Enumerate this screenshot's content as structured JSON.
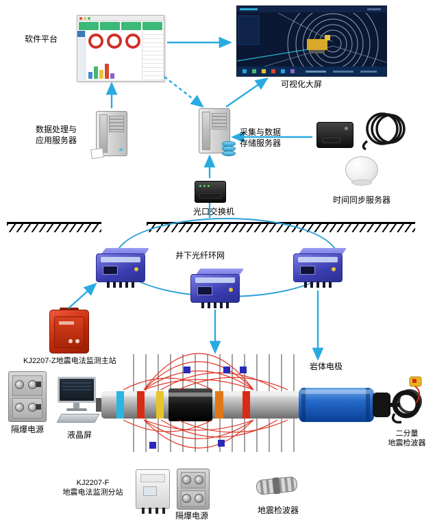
{
  "labels": {
    "software_platform": "软件平台",
    "big_screen": "可视化大屏",
    "app_server": "数据处理与\n应用服务器",
    "storage_server": "采集与数据\n存储服务器",
    "time_sync_server": "时间同步服务器",
    "optical_switch": "光口交换机",
    "fiber_ring": "井下光纤环网",
    "master_station": "KJ2207-Z地震电法监测主站",
    "rock_electrode": "岩体电极",
    "power_left": "隔爆电源",
    "lcd": "液晶屏",
    "substation": "KJ2207-F\n地震电法监测分站",
    "power_bottom": "隔爆电源",
    "geophone_bottom": "地震检波器",
    "geophone_right": "二分量\n地震检波器"
  },
  "colors": {
    "arrow": "#29ABE2",
    "ring": "#2AA0D8",
    "master_red": "#C22808",
    "substation_purple": "#3A3DAF",
    "field_line_red": "#E02818",
    "electrode_square_blue": "#2A2AB8"
  },
  "icons": {
    "app_server": "server-tower-icon",
    "storage_server": "server-tower-disks-icon",
    "time_sync": "gps-dome-antenna-icon",
    "switch": "network-switch-icon",
    "ground": "ground-hatch-symbol"
  }
}
